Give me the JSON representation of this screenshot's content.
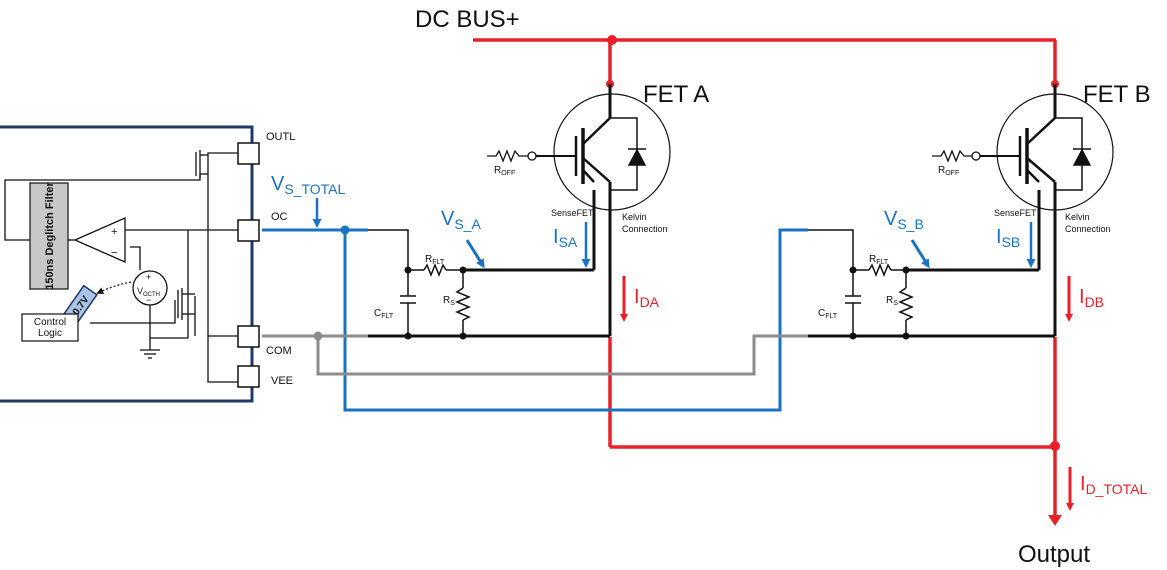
{
  "labels": {
    "dc_bus": "DC BUS+",
    "fet_a": "FET A",
    "fet_b": "FET B",
    "output": "Output",
    "pin_outl": "OUTL",
    "pin_oc": "OC",
    "pin_com": "COM",
    "pin_vee": "VEE",
    "deglitch_filter": "150ns Deglitch Filter",
    "control_logic_line1": "Control",
    "control_logic_line2": "Logic",
    "threshold_tag": "0.7V",
    "comparator_plus": "+",
    "comparator_minus": "−",
    "vocth_main": "V",
    "vocth_sub": "OCTH",
    "vocth_plus": "+",
    "vocth_minus": "−",
    "roff_main": "R",
    "roff_sub": "OFF",
    "sensefet": "SenseFET",
    "kelvin_line1": "Kelvin",
    "kelvin_line2": "Connection",
    "rflt_main": "R",
    "rflt_sub": "FLT",
    "cflt_main": "C",
    "cflt_sub": "FLT",
    "rs_main": "R",
    "rs_sub": "S",
    "vs_total_main": "V",
    "vs_total_sub": "S_TOTAL",
    "vs_a_main": "V",
    "vs_a_sub": "S_A",
    "vs_b_main": "V",
    "vs_b_sub": "S_B",
    "isa_main": "I",
    "isa_sub": "SA",
    "isb_main": "I",
    "isb_sub": "SB",
    "ida_main": "I",
    "ida_sub": "DA",
    "idb_main": "I",
    "idb_sub": "DB",
    "id_total_main": "I",
    "id_total_sub": "D_TOTAL"
  },
  "colors": {
    "bus_red": "#e8202a",
    "sense_blue": "#1a73c2",
    "com_gray": "#8c8c8c",
    "ic_border": "#1f3864",
    "ink": "#111111"
  }
}
